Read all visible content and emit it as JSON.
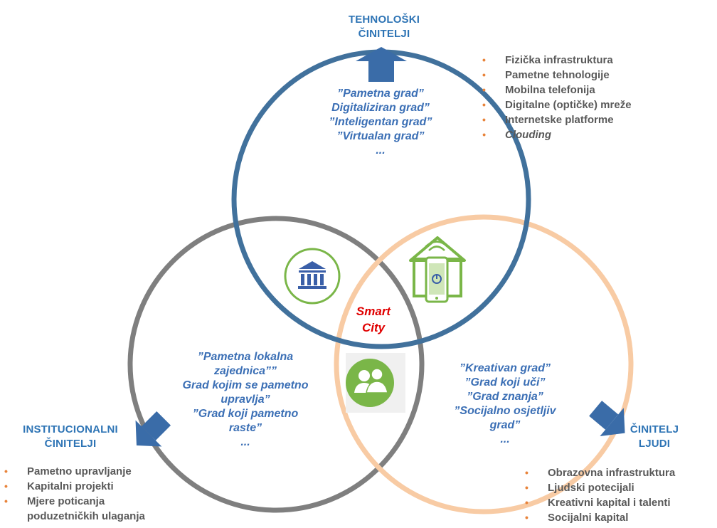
{
  "colors": {
    "tech_circle": "#41719c",
    "inst_circle": "#7f7f7f",
    "people_circle": "#f8cba4",
    "arrow": "#3a6ca8",
    "icon_green": "#7ab648",
    "bullet": "#e8833a",
    "smart_city": "#e00000",
    "heading": "#2e74b5",
    "terms": "#3b6fb5",
    "bullet_text": "#595959"
  },
  "tech": {
    "title_line1": "TEHNOLOŠKI",
    "title_line2": "ČINITELJI",
    "terms": [
      "”Pametna grad”",
      "Digitaliziran grad”",
      "”Inteligentan grad”",
      "”Virtualan grad”",
      "..."
    ],
    "bullets": [
      "Fizička infrastruktura",
      "Pametne tehnologije",
      "Mobilna telefonija",
      "Digitalne (optičke) mreže",
      "Internetske platforme",
      "Clouding"
    ]
  },
  "inst": {
    "title_line1": "INSTITUCIONALNI",
    "title_line2": "ČINITELJI",
    "terms": [
      "”Pametna lokalna",
      "zajednica””",
      "Grad kojim se  pametno",
      "upravlja”",
      "”Grad koji pametno",
      "raste”",
      "..."
    ],
    "bullets": [
      "Pametno upravljanje",
      "Kapitalni projekti",
      "Mjere poticanja",
      "poduzetničkih ulaganja"
    ]
  },
  "people": {
    "title_line1": "ČINITELJ",
    "title_line2": "LJUDI",
    "terms": [
      "”Kreativan grad”",
      "”Grad koji uči”",
      "”Grad znanja”",
      "”Socijalno osjetljiv",
      "grad”",
      "..."
    ],
    "bullets": [
      "Obrazovna infrastruktura",
      "Ljudski potecijali",
      "Kreativni kapital i talenti",
      "Socijalni kapital"
    ]
  },
  "center": {
    "line1": "Smart",
    "line2": "City"
  },
  "icons": {
    "institution": "institution-building-icon",
    "smart_home": "smart-home-phone-icon",
    "people": "people-group-icon"
  }
}
